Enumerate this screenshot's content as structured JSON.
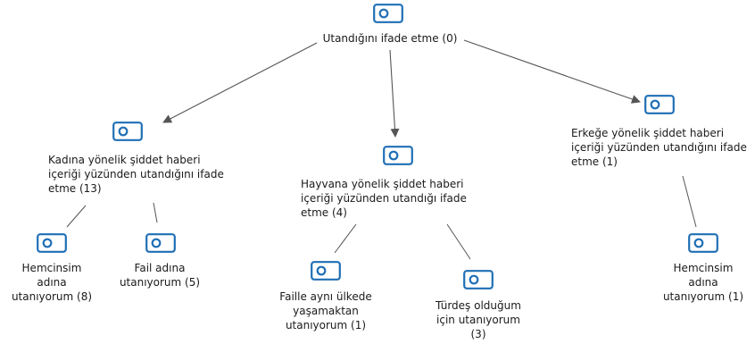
{
  "nodes": {
    "root": {
      "label": "Utandığını ifade etme (0)",
      "icon": "code-tag-icon"
    },
    "women": {
      "label": "Kadına yönelik şiddet haberi\niçeriği yüzünden utandığını ifade\netme (13)",
      "icon": "code-tag-icon"
    },
    "animal": {
      "label": "Hayvana yönelik şiddet haberi\niçeriği yüzünden utandığı ifade\netme (4)",
      "icon": "code-tag-icon"
    },
    "men": {
      "label": "Erkeğe yönelik şiddet haberi\niçeriği yüzünden utandığını ifade\netme (1)",
      "icon": "code-tag-icon"
    },
    "women_same_sex": {
      "label": "Hemcinsim\nadına\nutanıyorum (8)",
      "icon": "code-tag-icon"
    },
    "women_perpetrator": {
      "label": "Fail adına\nutanıyorum (5)",
      "icon": "code-tag-icon"
    },
    "animal_same_country": {
      "label": "Faille aynı ülkede\nyaşamaktan\nutanıyorum (1)",
      "icon": "code-tag-icon"
    },
    "animal_same_species": {
      "label": "Türdeş olduğum\niçin utanıyorum\n(3)",
      "icon": "code-tag-icon"
    },
    "men_same_sex": {
      "label": "Hemcinsim\nadına\nutanıyorum (1)",
      "icon": "code-tag-icon"
    }
  },
  "colors": {
    "icon_stroke": "#1f6fb5",
    "edge": "#555555"
  }
}
